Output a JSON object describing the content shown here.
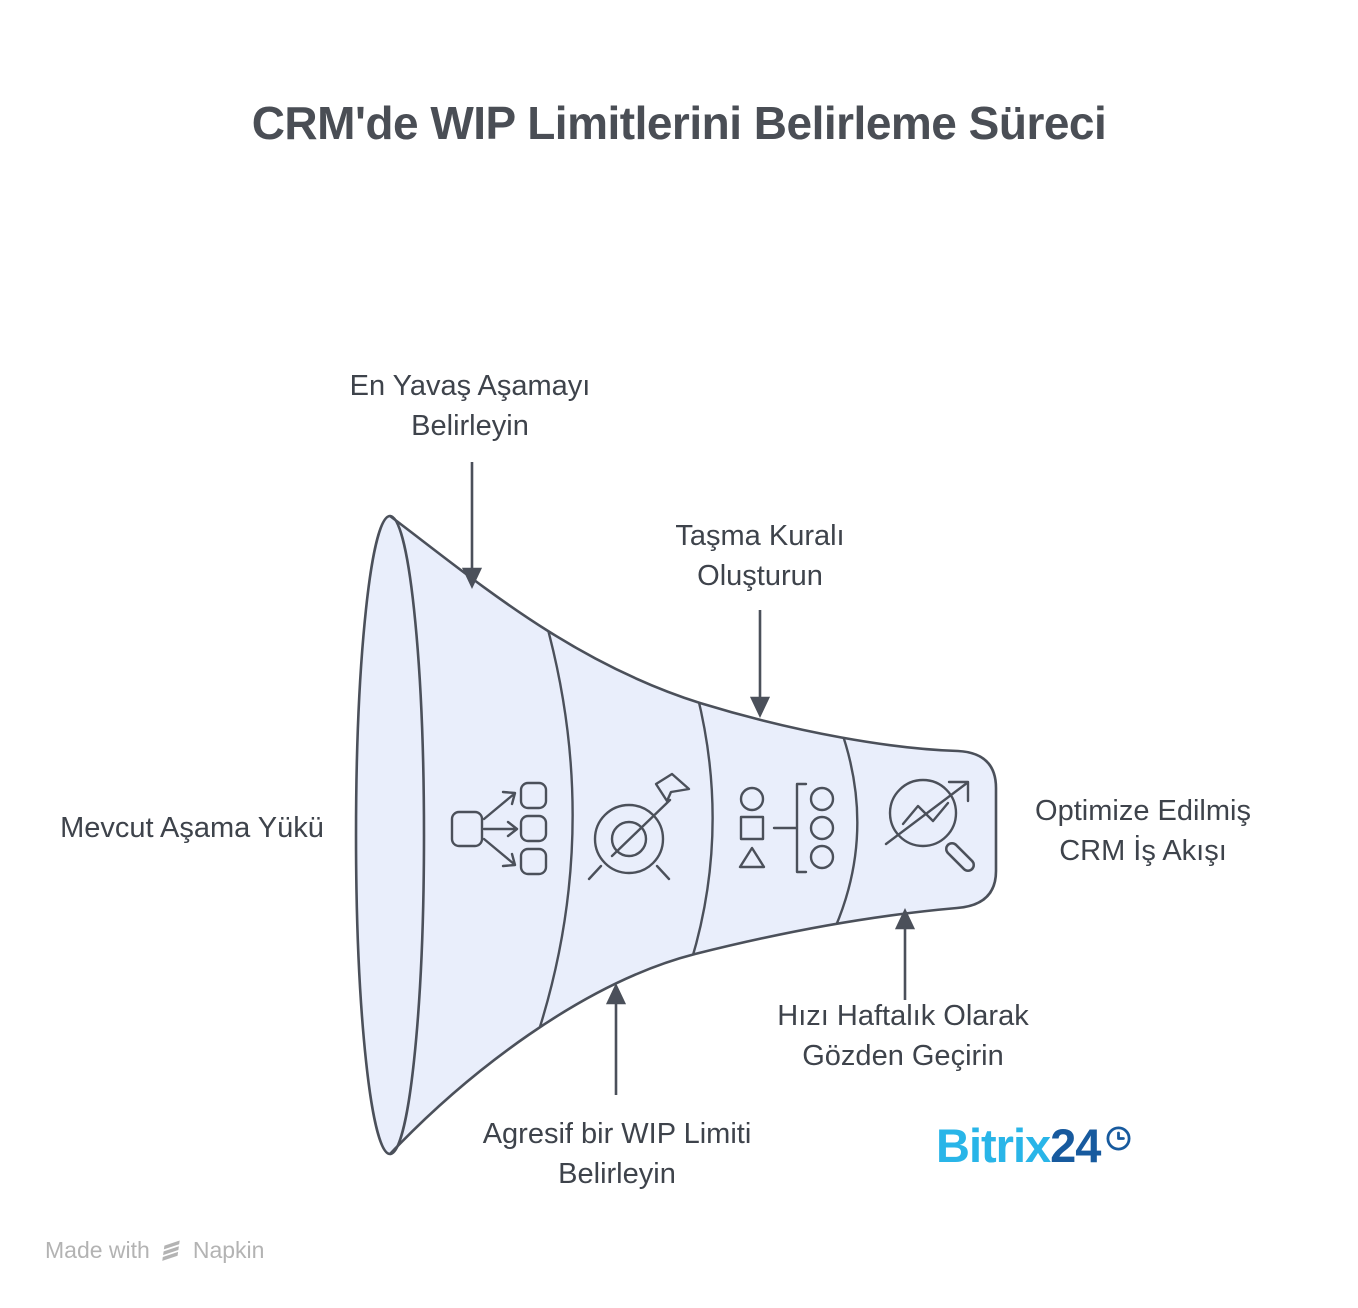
{
  "title": {
    "text": "CRM'de WIP Limitlerini Belirleme Süreci",
    "color": "#4a4e55"
  },
  "funnel": {
    "fill_color": "#e9eefb",
    "stroke_color": "#4b505a",
    "segment_icons": [
      "distribute-icon",
      "target-icon",
      "grouping-icon",
      "analyze-icon"
    ]
  },
  "labels": {
    "slowest_stage": {
      "line1": "En Yavaş Aşamayı",
      "line2": "Belirleyin"
    },
    "overflow_rule": {
      "line1": "Taşma Kuralı",
      "line2": "Oluşturun"
    },
    "current_load": {
      "line1": "Mevcut Aşama Yükü"
    },
    "optimized_flow": {
      "line1": "Optimize Edilmiş",
      "line2": "CRM İş Akışı"
    },
    "wip_limit": {
      "line1": "Agresif bir WIP Limiti",
      "line2": "Belirleyin"
    },
    "weekly_review": {
      "line1": "Hızı Haftalık Olarak",
      "line2": "Gözden Geçirin"
    }
  },
  "brand": {
    "name_light": "Bitrix",
    "name_dark": "24",
    "light_color": "#29b5e8",
    "dark_color": "#175a9e",
    "clock_icon": "clock-icon"
  },
  "footer": {
    "made_with": "Made with",
    "brand": "Napkin",
    "color": "#b3b3b3"
  }
}
